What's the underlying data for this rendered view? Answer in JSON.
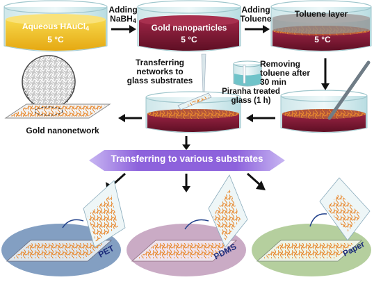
{
  "step1": {
    "name": "Aqueous HAuCl",
    "sub": "4",
    "temp": "5 °C"
  },
  "step2": {
    "name": "Gold nanoparticles",
    "temp": "5 °C"
  },
  "step3": {
    "name": "Toluene layer",
    "temp": "5 °C"
  },
  "arrow1": {
    "line1": "Adding",
    "line2": "NaBH",
    "sub": "4"
  },
  "arrow2": {
    "line1": "Adding",
    "line2": "Toluene"
  },
  "removing": {
    "line1": "Removing",
    "line2": "toluene after",
    "line3": "30 min"
  },
  "piranha": {
    "line1": "Piranha treated",
    "line2": "glass (1 h)"
  },
  "transferring_networks": {
    "line1": "Transferring",
    "line2": "networks to",
    "line3": "glass substrates"
  },
  "nanonetwork_label": "Gold nanonetwork",
  "banner": "Transferring to various substrates",
  "substrates": [
    "PET",
    "PDMS",
    "Paper"
  ],
  "colors": {
    "gold_solution": "#f2c21b",
    "nanoparticle_solution": "#7a1830",
    "network": "#e8892f",
    "banner": "#8a5bd6"
  }
}
